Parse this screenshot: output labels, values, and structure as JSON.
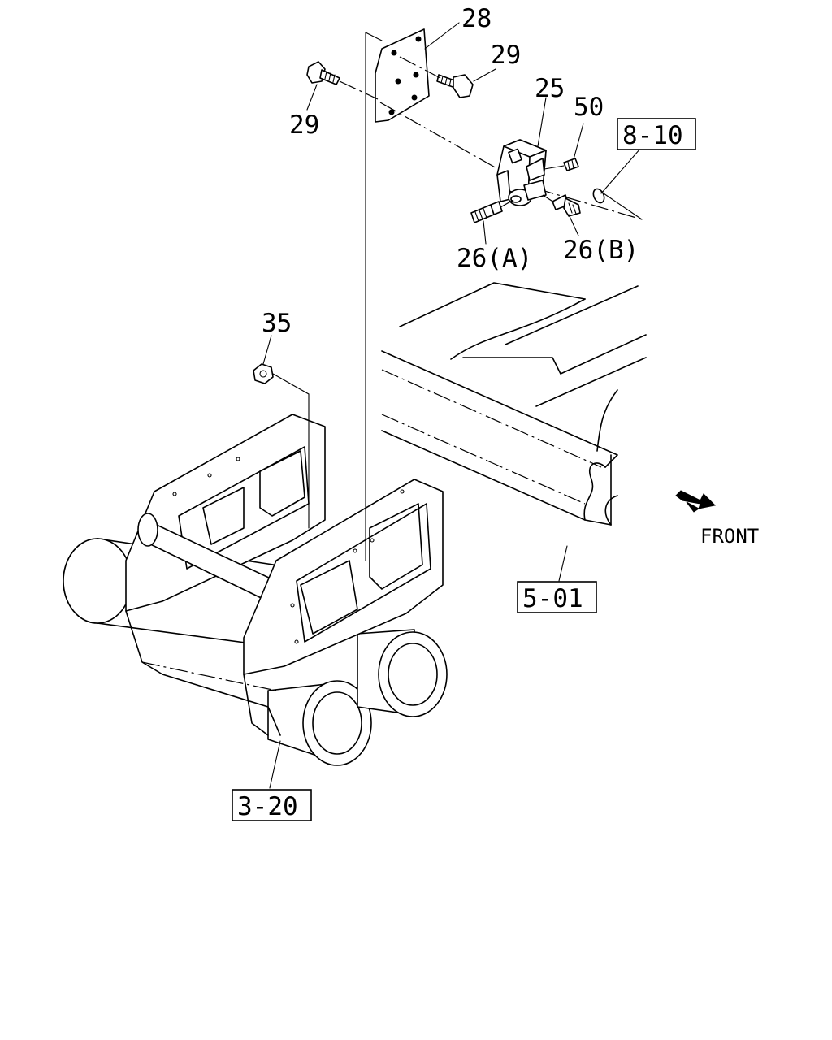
{
  "callouts": {
    "p28": "28",
    "p29_top": "29",
    "p29_left": "29",
    "p25": "25",
    "p50": "50",
    "p26a": "26(A)",
    "p26b": "26(B)",
    "p35": "35"
  },
  "references": {
    "r8_10": "8-10",
    "r5_01": "5-01",
    "r3_20": "3-20"
  },
  "direction": {
    "label": "FRONT"
  }
}
